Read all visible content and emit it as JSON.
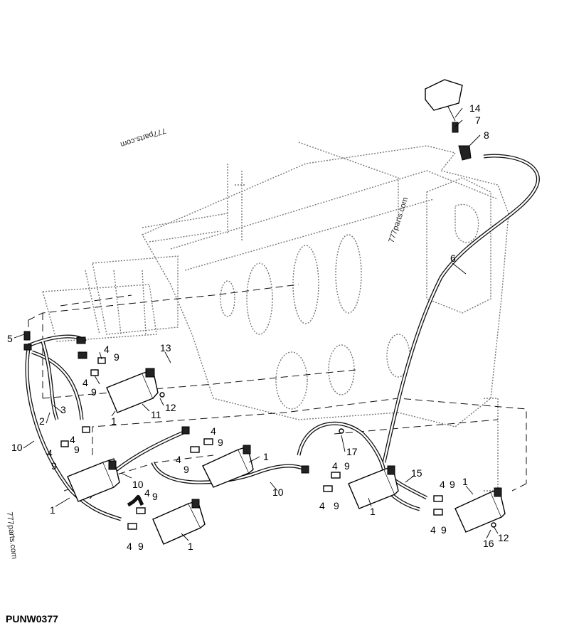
{
  "figure_id": "PUNW0377",
  "watermarks": [
    "777parts.com",
    "777parts.com",
    "777parts.com"
  ],
  "callouts": {
    "c14": "14",
    "c7": "7",
    "c8": "8",
    "c6": "6",
    "c5": "5",
    "c13": "13",
    "c4a": "4",
    "c9a": "9",
    "c4b": "4",
    "c9b": "9",
    "c3": "3",
    "c2": "2",
    "c12a": "12",
    "c11": "11",
    "c1a": "1",
    "c10a": "10",
    "c4c": "4",
    "c9c": "9",
    "c4d": "4",
    "c9d": "9",
    "c4e": "4",
    "c9e": "9",
    "c4f": "4",
    "c9f": "9",
    "c1b": "1",
    "c10b": "10",
    "c1c": "1",
    "c1d": "1",
    "c4g": "4",
    "c9g": "9",
    "c4h": "4",
    "c9h": "9",
    "c10c": "10",
    "c17": "17",
    "c4i": "4",
    "c9i": "9",
    "c4j": "4",
    "c9j": "9",
    "c1e": "1",
    "c15": "15",
    "c1f": "1",
    "c4k": "4",
    "c9k": "9",
    "c4l": "4",
    "c9l": "9",
    "c12b": "12",
    "c16": "16"
  }
}
